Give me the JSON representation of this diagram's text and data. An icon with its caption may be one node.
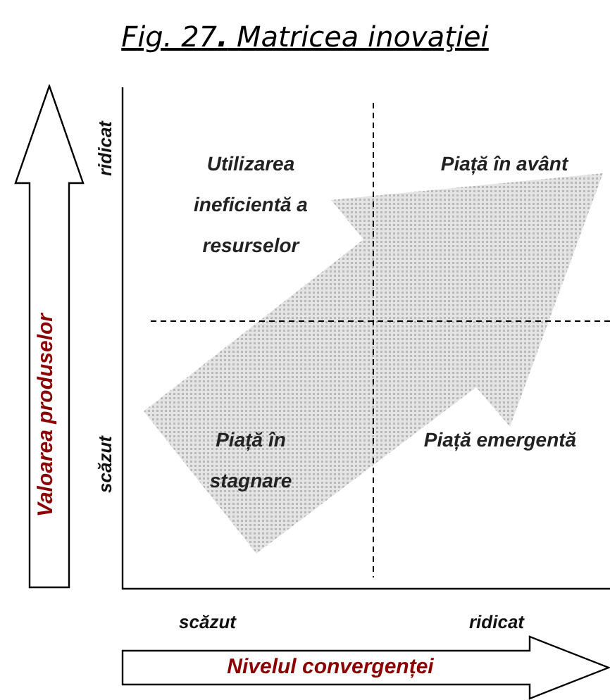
{
  "diagram": {
    "title": "Fig. 27**.** Matricea inovaţiei",
    "nodes": [
      {
        "text": [
          "Valoarea produselor"
        ]
      },
      {
        "text": [
          "Nivelul convergenței"
        ]
      }
    ],
    "labels": [
      "ridicat",
      "Utilizarea ineficientă a resurselor",
      "Piață în avânt",
      "scăzut",
      "Piață în stagnare",
      "Piață emergentă",
      "scăzut",
      "ridicat"
    ]
  }
}
